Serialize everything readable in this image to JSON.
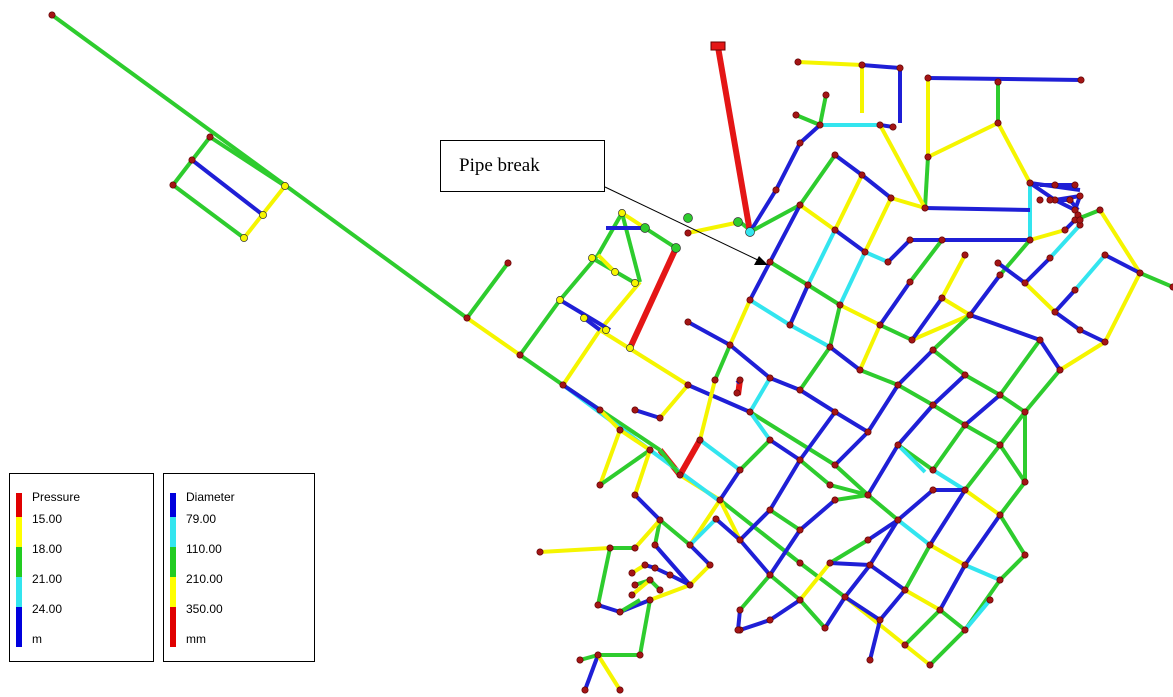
{
  "annotation": {
    "label": "Pipe break"
  },
  "legends": {
    "pressure": {
      "title": "Pressure",
      "levels": [
        "15.00",
        "18.00",
        "21.00",
        "24.00"
      ],
      "unit": "m",
      "colors": [
        "#e00000",
        "#ffff00",
        "#22cc22",
        "#33e5ef",
        "#0000dd"
      ]
    },
    "diameter": {
      "title": "Diameter",
      "levels": [
        "79.00",
        "110.00",
        "210.00",
        "350.00"
      ],
      "unit": "mm",
      "colors": [
        "#0000dd",
        "#33e5ef",
        "#22cc22",
        "#ffff00",
        "#e00000"
      ]
    }
  },
  "colors": {
    "blue": "#1f1fd6",
    "cyan": "#33e5ef",
    "green": "#2ecc2e",
    "yellow": "#f5f500",
    "red": "#e41616",
    "junction": "#a31515"
  }
}
